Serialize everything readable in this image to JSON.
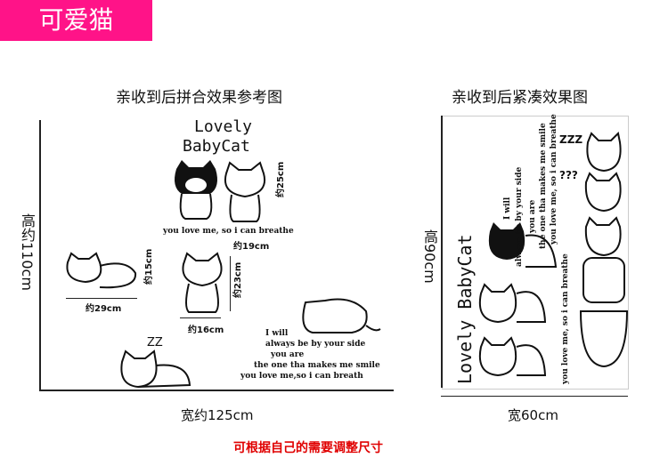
{
  "banner": {
    "title": "可爱猫",
    "color": "#ff1388"
  },
  "left": {
    "heading": "亲收到后拼合效果参考图",
    "height_label": "高约110cm",
    "width_label": "宽约125cm",
    "title_line1": "Lovely",
    "title_line2": "BabyCat",
    "caption1": "you love me, so i can breathe",
    "dims": {
      "cat1_h": "约25cm",
      "cat1_w": "约19cm",
      "cat2_h": "约15cm",
      "cat2_w": "约29cm",
      "cat3_h": "约23cm",
      "cat3_w": "约16cm"
    },
    "poem": [
      "I will",
      "always be by your side",
      "you are",
      "the one tha makes me smile",
      "you love me,so i can breath"
    ],
    "zz": "ZZ"
  },
  "right": {
    "heading": "亲收到后紧凑效果图",
    "height_label": "高90cm",
    "width_label": "宽60cm",
    "title": "Lovely BabyCat",
    "poem": [
      "I will",
      "always be by your side",
      "you are",
      "the one tha makes me smile",
      "you love me, so i can breathe"
    ],
    "zz": "ZZZ",
    "q": "???"
  },
  "footer": {
    "note": "可根据自己的需要调整尺寸",
    "color": "#e00000"
  }
}
